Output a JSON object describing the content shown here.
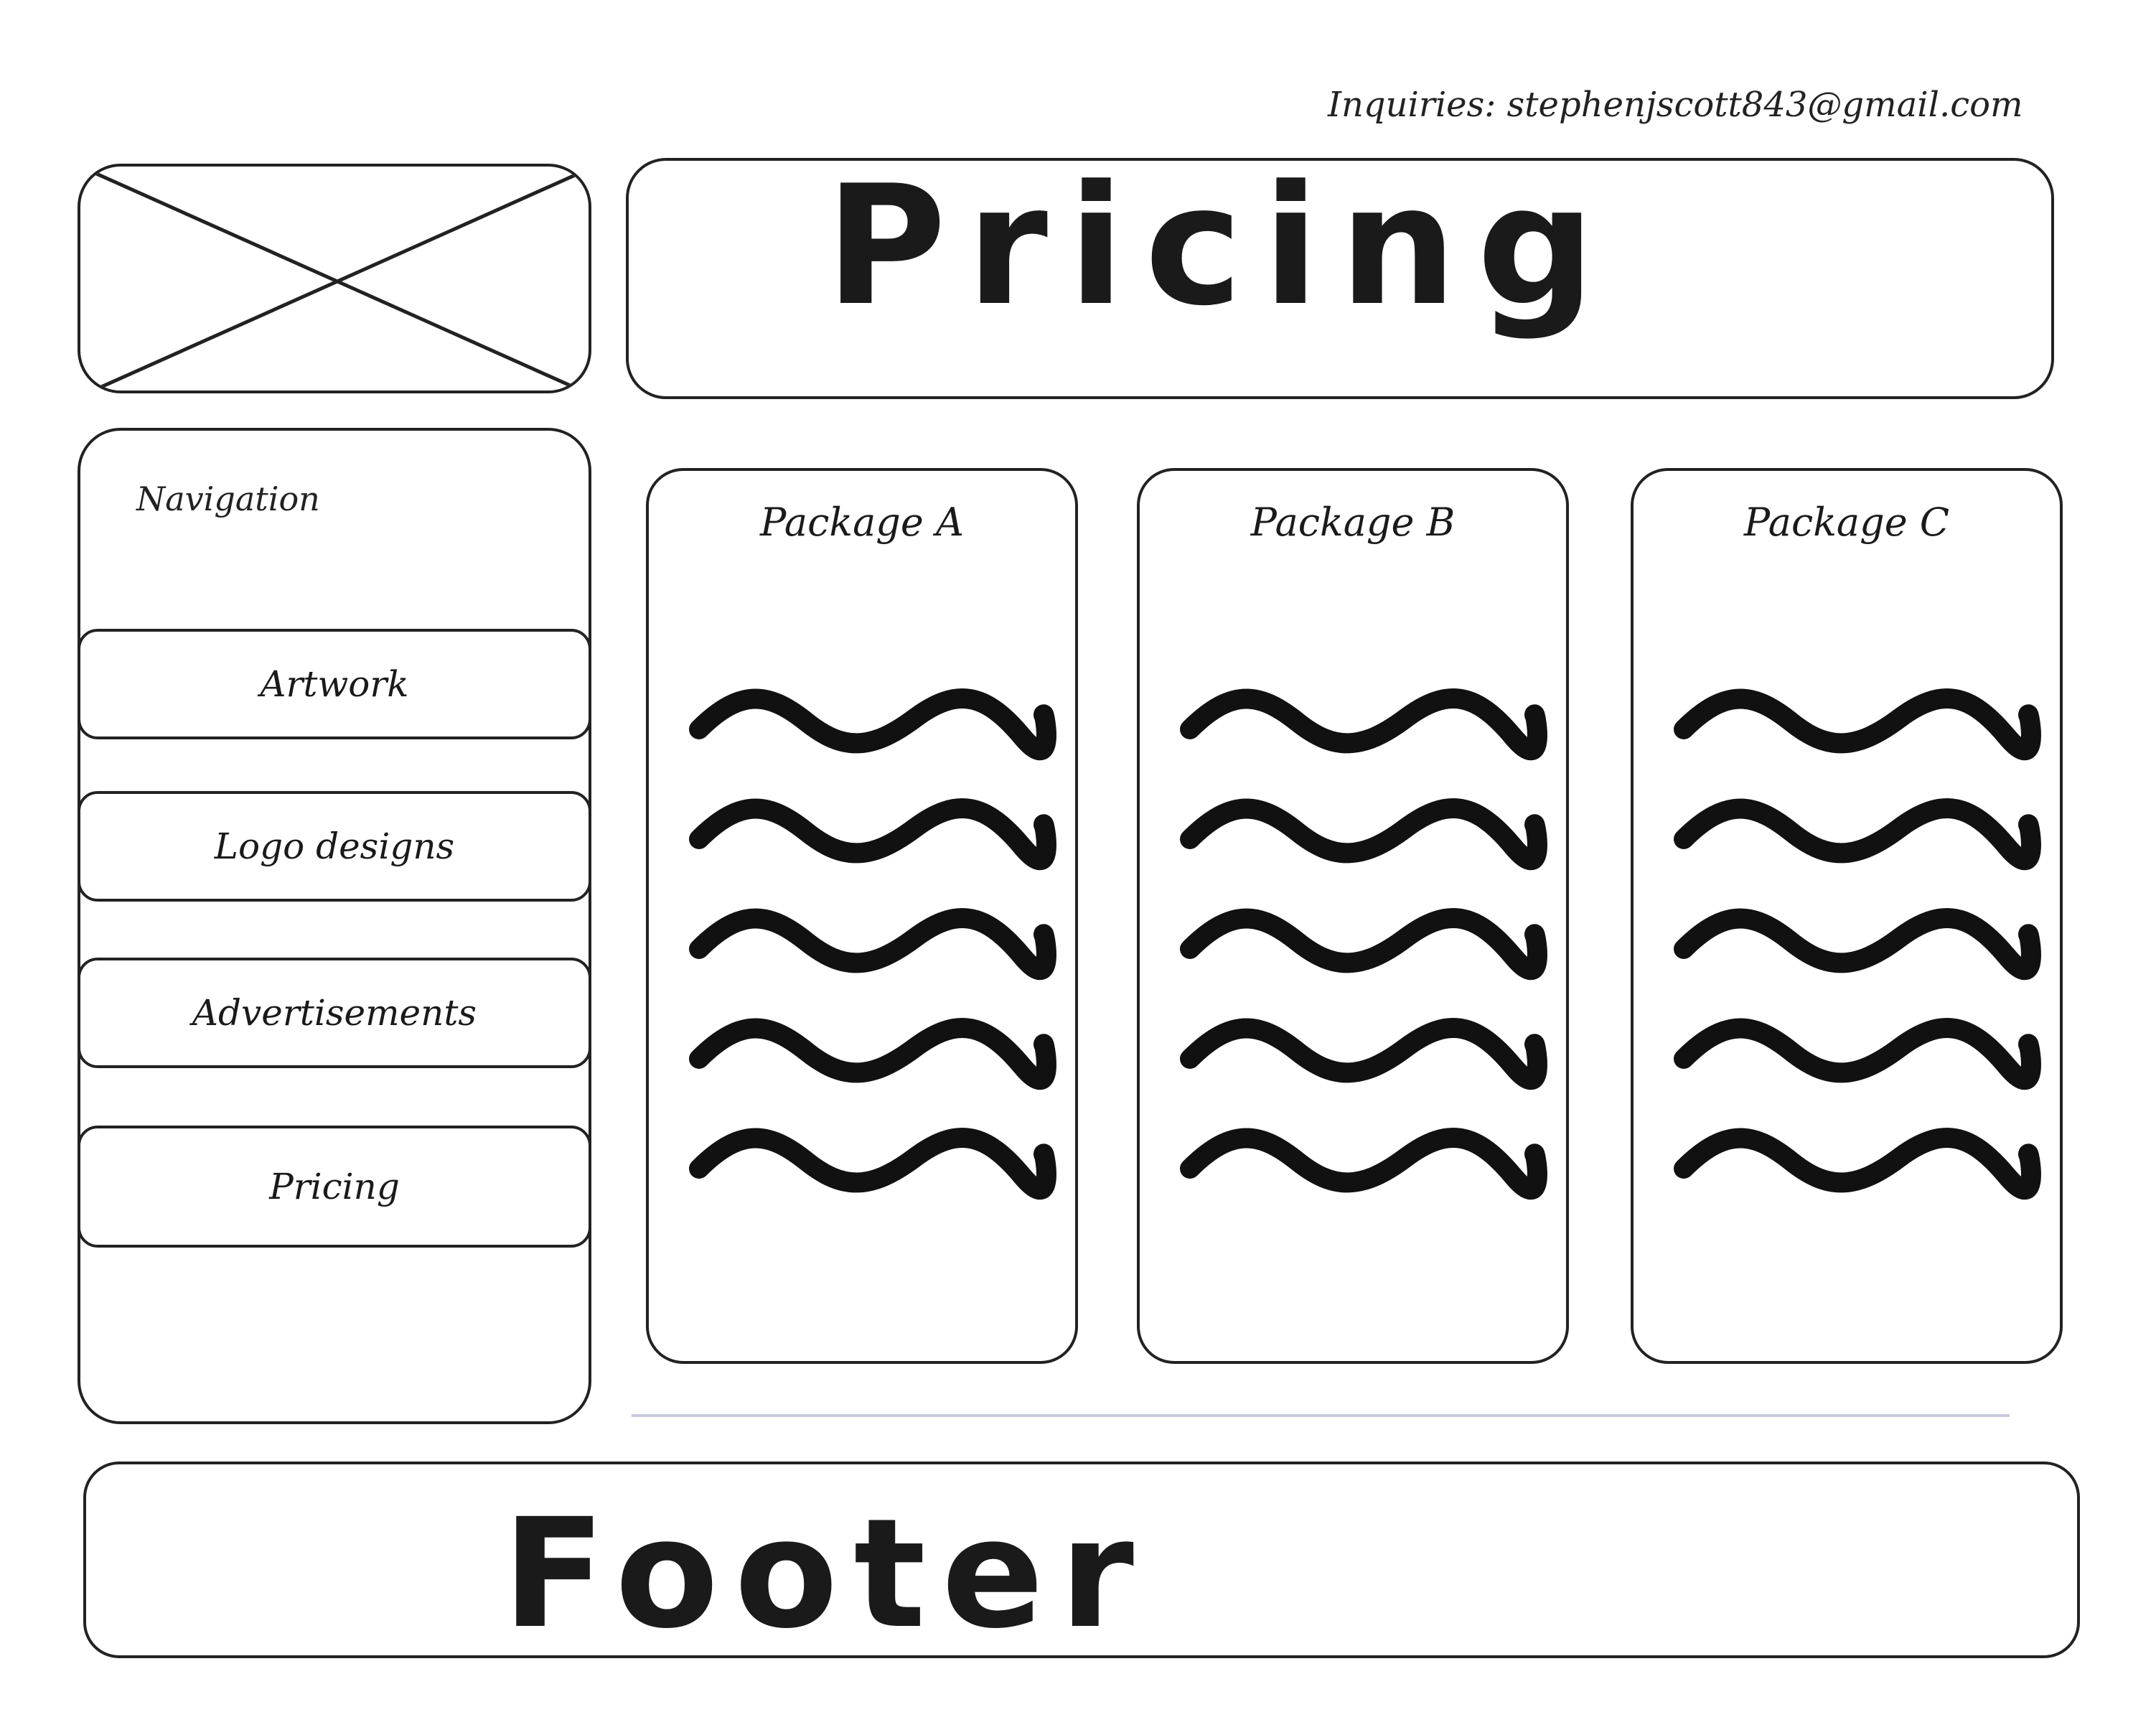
{
  "inquiries": "Inquiries: stephenjscott843@gmail.com",
  "header": {
    "title": "Pricing"
  },
  "logo": {
    "icon": "image-placeholder-icon"
  },
  "navigation": {
    "title": "Navigation",
    "items": [
      {
        "label": "Artwork"
      },
      {
        "label": "Logo designs"
      },
      {
        "label": "Advertisements"
      },
      {
        "label": "Pricing"
      }
    ]
  },
  "packages": [
    {
      "title": "Package A",
      "placeholder_lines": 5
    },
    {
      "title": "Package B",
      "placeholder_lines": 5
    },
    {
      "title": "Package C",
      "placeholder_lines": 5
    }
  ],
  "footer": {
    "label": "Footer"
  }
}
